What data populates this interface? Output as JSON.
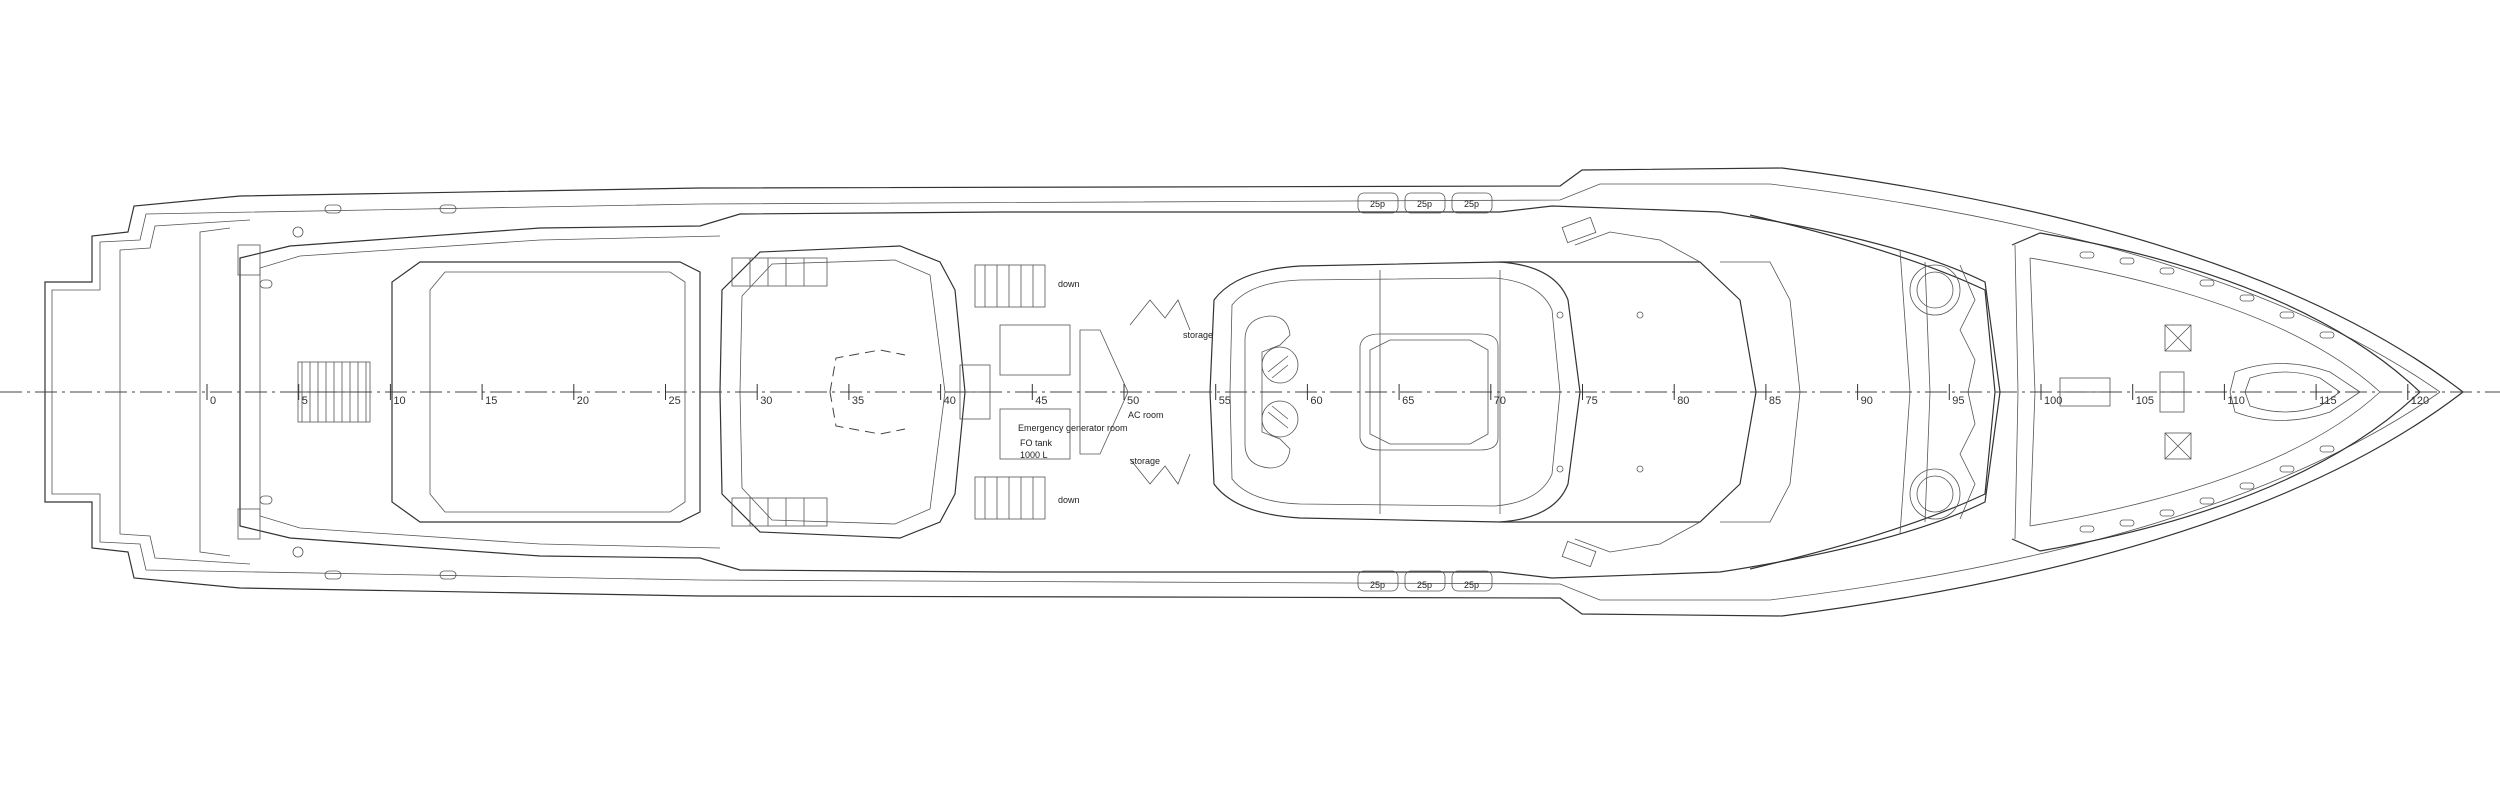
{
  "drawing": {
    "title": "Yacht sundeck / upper deck general arrangement plan view",
    "frame_labels": [
      "0",
      "5",
      "10",
      "15",
      "20",
      "25",
      "30",
      "35",
      "40",
      "45",
      "50",
      "55",
      "60",
      "65",
      "70",
      "75",
      "80",
      "85",
      "90",
      "95",
      "100",
      "105",
      "110",
      "115",
      "120"
    ],
    "rooms": {
      "stair_down_port": "down",
      "stair_down_stbd": "down",
      "storage_port": "storage",
      "storage_stbd": "storage",
      "emergency_generator_room": "Emergency generator room",
      "fo_tank_line1": "FO tank",
      "fo_tank_line2": "1000 L",
      "ac_room": "AC room"
    },
    "liferafts_top": [
      "25p",
      "25p",
      "25p"
    ],
    "liferafts_bottom": [
      "25p",
      "25p",
      "25p"
    ],
    "colors": {
      "line": "#333333",
      "background": "#ffffff"
    }
  }
}
